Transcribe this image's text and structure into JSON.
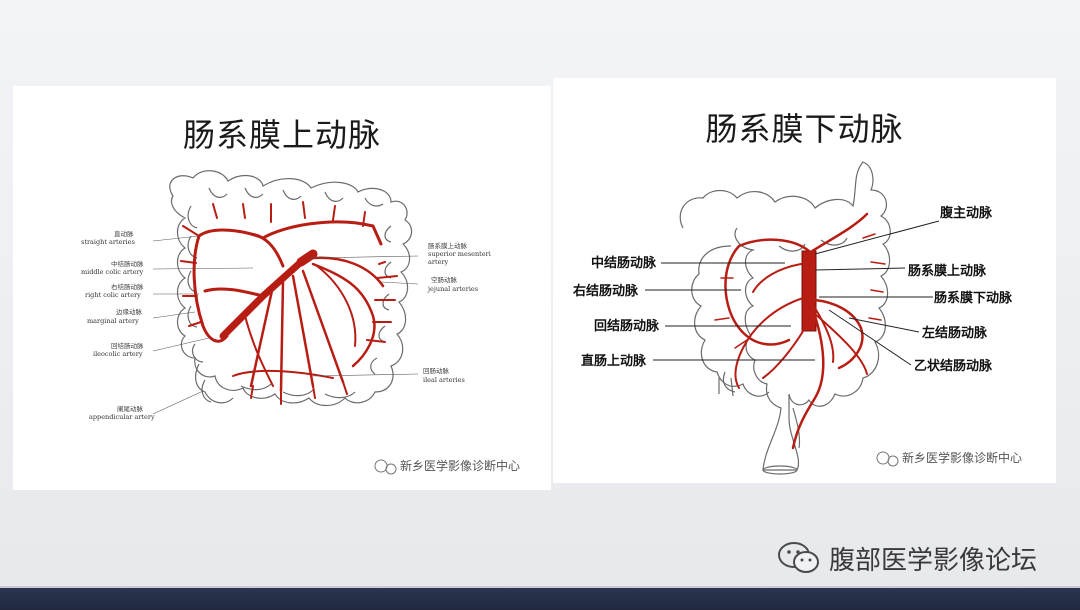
{
  "left": {
    "title": "肠系膜上动脉",
    "labels": {
      "straight_cn": "直动脉",
      "straight_en": "straight arteries",
      "middle_cn": "中结肠动脉",
      "middle_en": "middle colic artery",
      "right_cn": "右结肠动脉",
      "right_en": "right colic artery",
      "marginal_cn": "边缘动脉",
      "marginal_en": "marginal artery",
      "ileocolic_cn": "回结肠动脉",
      "ileocolic_en": "ileocolic artery",
      "appendicular_cn": "阑尾动脉",
      "appendicular_en": "appendicular artery",
      "sma_cn": "肠系膜上动脉",
      "sma_en1": "superior mesenteri",
      "sma_en2": "artery",
      "jejunal_cn": "空肠动脉",
      "jejunal_en": "jejunal arteries",
      "ileal_cn": "回肠动脉",
      "ileal_en": "ileal arteries"
    },
    "watermark": "新乡医学影像诊断中心"
  },
  "right": {
    "title": "肠系膜下动脉",
    "labels": {
      "aorta": "腹主动脉",
      "middle_colic": "中结肠动脉",
      "sma": "肠系膜上动脉",
      "right_colic": "右结肠动脉",
      "ima": "肠系膜下动脉",
      "ileocolic": "回结肠动脉",
      "left_colic": "左结肠动脉",
      "superior_rectal": "直肠上动脉",
      "sigmoid": "乙状结肠动脉"
    },
    "watermark": "新乡医学影像诊断中心"
  },
  "footer": {
    "brand": "腹部医学影像论坛"
  },
  "colors": {
    "artery": "#b81d14",
    "outline": "#6b6b6b",
    "bar": "#232c44"
  }
}
